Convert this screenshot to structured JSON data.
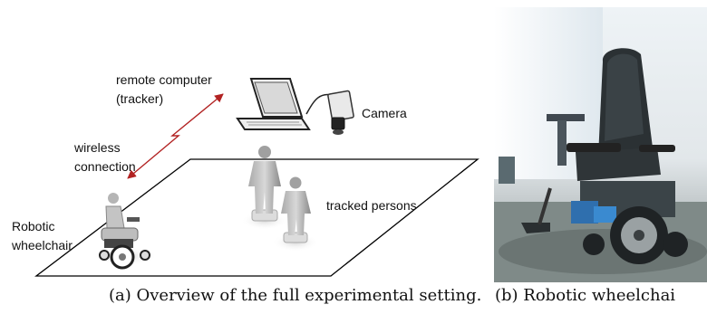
{
  "diagram": {
    "labels": {
      "remote_computer": "remote computer",
      "tracker": "(tracker)",
      "camera": "Camera",
      "wireless": "wireless",
      "connection": "connection",
      "robotic": "Robotic",
      "wheelchair": "wheelchair",
      "tracked_persons": "tracked persons"
    },
    "colors": {
      "link_arrow": "#b22222",
      "floor_outline": "#000000",
      "figure_gray": "#8f8f8f"
    },
    "icons": [
      "laptop-icon",
      "camera-icon",
      "person-icon",
      "wheelchair-icon"
    ]
  },
  "captions": {
    "a": "(a) Overview of the full experimental setting.",
    "b": "(b) Robotic wheelchai"
  }
}
